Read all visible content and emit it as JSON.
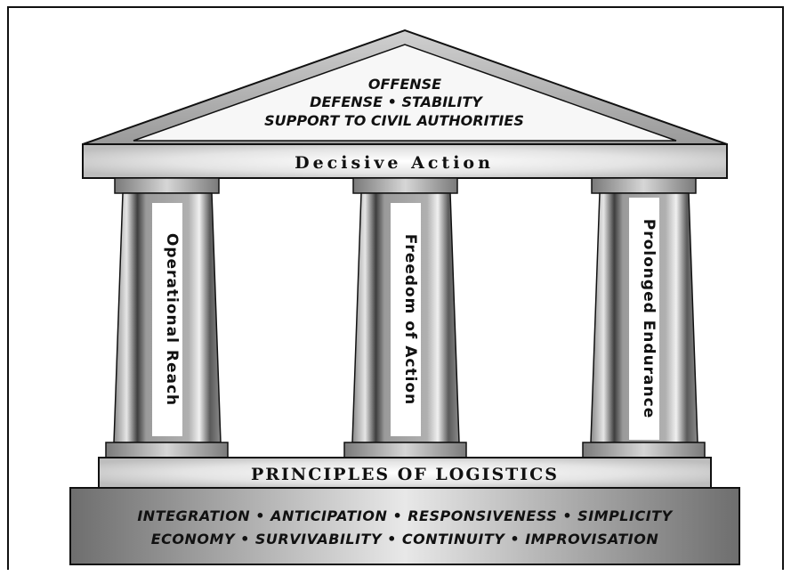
{
  "roof": {
    "line1": "OFFENSE",
    "line2": "DEFENSE • STABILITY",
    "line3": "SUPPORT TO CIVIL AUTHORITIES"
  },
  "entablature": {
    "label": "Decisive Action"
  },
  "columns": [
    {
      "label": "Operational Reach"
    },
    {
      "label": "Freedom of Action"
    },
    {
      "label": "Prolonged Endurance"
    }
  ],
  "plinth": {
    "label": "PRINCIPLES OF LOGISTICS"
  },
  "base": {
    "line1": "INTEGRATION  •  ANTICIPATION • RESPONSIVENESS • SIMPLICITY",
    "line2": "ECONOMY • SURVIVABILITY • CONTINUITY  • IMPROVISATION"
  },
  "colors": {
    "stroke": "#111111",
    "light_fill": "#f4f4f4",
    "mid_fill": "#c9c9c9",
    "dark_fill": "#555555"
  }
}
